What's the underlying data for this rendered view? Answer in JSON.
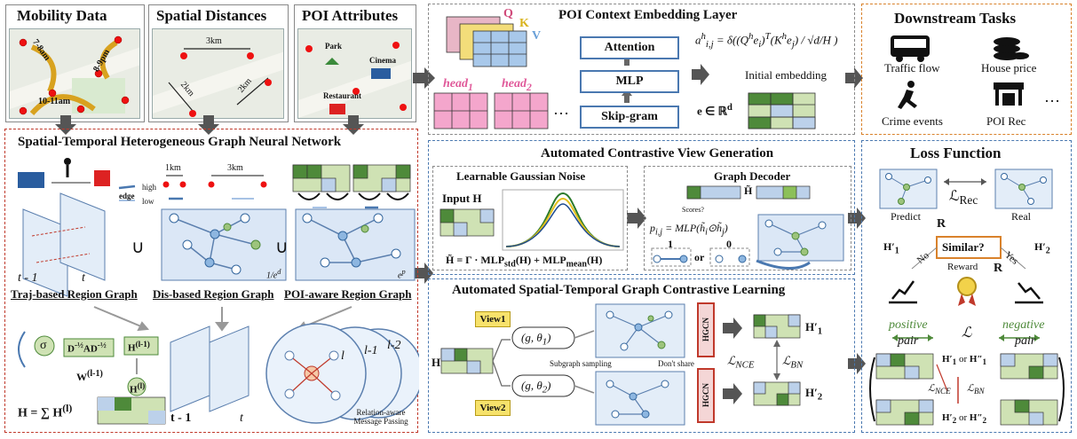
{
  "panels": {
    "mobility": {
      "title": "Mobility Data",
      "times": [
        "7-8am",
        "8-9pm",
        "10-11am"
      ]
    },
    "spatial": {
      "title": "Spatial Distances",
      "distances": [
        "3km",
        "2km",
        "2km"
      ]
    },
    "poi": {
      "title": "POI Attributes",
      "places": [
        "Park",
        "Cinema",
        "Restaurant"
      ]
    },
    "context": {
      "title": "POI Context Embedding Layer",
      "qkv": [
        "Q",
        "K",
        "V"
      ],
      "heads": [
        "head",
        "head"
      ],
      "blocks": [
        "Attention",
        "MLP",
        "Skip-gram"
      ],
      "formula_lhs": "a",
      "formula": "= δ(",
      "initial": "Initial embedding",
      "embed": "e ∈ ℝ",
      "ellipsis": "…"
    },
    "downstream": {
      "title": "Downstream Tasks",
      "tasks": [
        "Traffic flow",
        "House price",
        "Crime events",
        "POI Rec"
      ],
      "ellipsis": "…"
    },
    "stgnn": {
      "title": "Spatial-Temporal Heterogeneous Graph Neural Network",
      "high": "high",
      "edge": "edge",
      "low": "low",
      "km1": "1km",
      "km3": "3km",
      "t_minus": "t - 1",
      "t": "t",
      "graphs": [
        "Traj-based Region Graph",
        "Dis-based Region Graph",
        "POI-aware Region Graph"
      ],
      "union": "∪",
      "ed": "1/e",
      "ep": "e",
      "sigma": "σ",
      "dad": "D",
      "h_prev": "H",
      "h_l": "H",
      "w": "W",
      "sum": "H = ∑ H",
      "layers": [
        "l",
        "l-1",
        "l-2"
      ],
      "relation": "Relation-aware Message Passing"
    },
    "contrastive": {
      "title": "Automated Contrastive View Generation",
      "gaussian": "Learnable Gaussian Noise",
      "input": "Input H",
      "htilde": "H̃ = Γ · MLP",
      "decoder": "Graph Decoder",
      "scores": "Scores?",
      "pij": "p",
      "pij_formula": " = MLP(h̃",
      "one": "1",
      "or": "or",
      "zero": "0",
      "h_tilde_lbl": "H̃"
    },
    "stgcl": {
      "title": "Automated Spatial-Temporal Graph Contrastive Learning",
      "views": [
        "View1",
        "View2"
      ],
      "g1": "(g, θ",
      "g2": "(g, θ",
      "h": "H",
      "subgraph": "Subgraph sampling",
      "dontshare": "Don't share",
      "hgcn": "HGCN",
      "h1": "H",
      "h2": "H",
      "lnce": "ℒ",
      "lbn": "ℒ"
    },
    "loss": {
      "title": "Loss Function",
      "predict": "Predict",
      "real": "Real",
      "lrec": "ℒ",
      "R": "R",
      "similar": "Similar?",
      "no": "No",
      "yes": "Yes",
      "reward": "Reward",
      "h1p": "H",
      "h2p": "H",
      "positive": "positive",
      "negative": "negative",
      "pair": "pair",
      "L": "ℒ",
      "or": "or",
      "lnce": "ℒ",
      "lbn": "ℒ"
    }
  },
  "colors": {
    "red_border": "#c0392b",
    "blue_border": "#4a78b0",
    "orange_border": "#d9822b",
    "green_dark": "#4e8a3a",
    "green_light": "#cfe2b4",
    "blue_light": "#bcd1ea",
    "pink": "#f2a8c8"
  }
}
